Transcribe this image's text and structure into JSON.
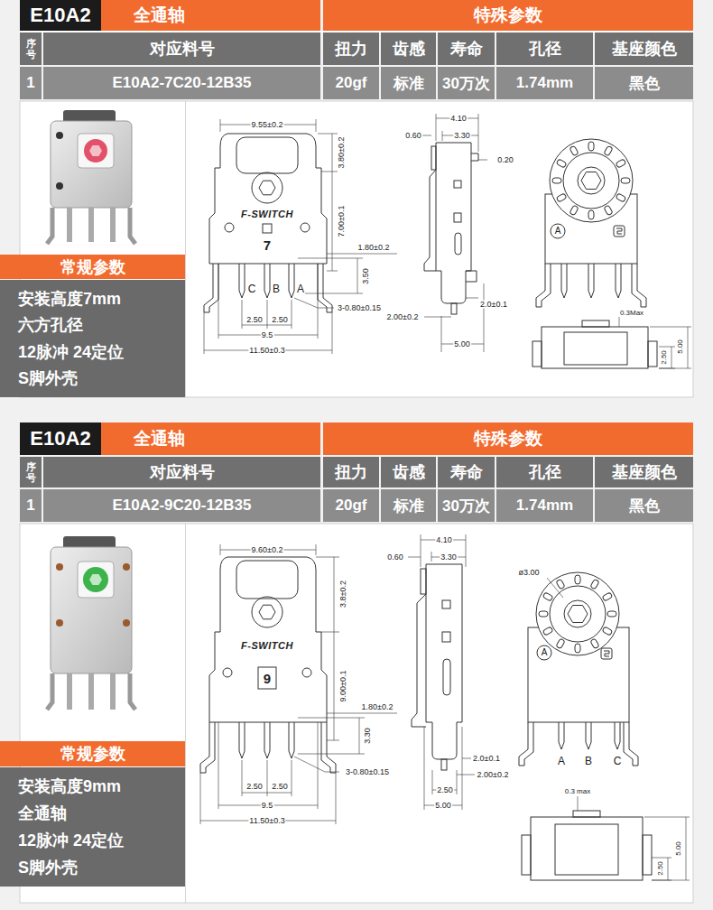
{
  "diagram": {
    "nodes": [
      {
        "text": [
          "E10A2"
        ]
      },
      {
        "text": [
          "全通轴"
        ]
      },
      {
        "text": [
          "特殊参数"
        ]
      },
      {
        "text": [
          "常规参数"
        ]
      },
      {
        "text": [
          "安装高度7mm",
          "六方孔径",
          "12脉冲 24定位",
          "S脚外壳"
        ]
      },
      {
        "text": [
          "E10A2"
        ]
      },
      {
        "text": [
          "全通轴"
        ]
      },
      {
        "text": [
          "特殊参数"
        ]
      },
      {
        "text": [
          "常规参数"
        ]
      },
      {
        "text": [
          "安装高度9mm",
          "全通轴",
          "12脉冲 24定位",
          "S脚外壳"
        ]
      }
    ],
    "labels": [
      "序号",
      "对应料号",
      "扭力",
      "齿感",
      "寿命",
      "孔径",
      "基座颜色",
      "1",
      "E10A2-7C20-12B35",
      "20gf",
      "标准",
      "30万次",
      "1.74mm",
      "黑色",
      "9.55±0.2",
      "3.80±0.2",
      "7.00±0.1",
      "F-SWITCH",
      "7",
      "1.80±0.2",
      "3.50",
      "C",
      "B",
      "A",
      "3-0.80±0.15",
      "2.50",
      "2.50",
      "9.5",
      "11.50±0.3",
      "4.10",
      "0.60",
      "3.30",
      "0.20",
      "2.0±0.1",
      "2.00±0.2",
      "5.00",
      "A",
      "0.3Max",
      "2.50",
      "5.00",
      "序号",
      "对应料号",
      "扭力",
      "齿感",
      "寿命",
      "孔径",
      "基座颜色",
      "1",
      "E10A2-9C20-12B35",
      "20gf",
      "标准",
      "30万次",
      "1.74mm",
      "黑色",
      "9.60±0.2",
      "3.8±0.2",
      "9.00±0.1",
      "F-SWITCH",
      "9",
      "1.80±0.2",
      "3.30",
      "3-0.80±0.15",
      "2.50",
      "2.50",
      "9.5",
      "11.50±0.3",
      "4.10",
      "0.60",
      "3.30",
      "2.0±0.1",
      "2.00±0.2",
      "2.50",
      "5.00",
      "ø3.00",
      "A",
      "A",
      "B",
      "C",
      "0.3 max",
      "2.50",
      "5.00"
    ]
  }
}
